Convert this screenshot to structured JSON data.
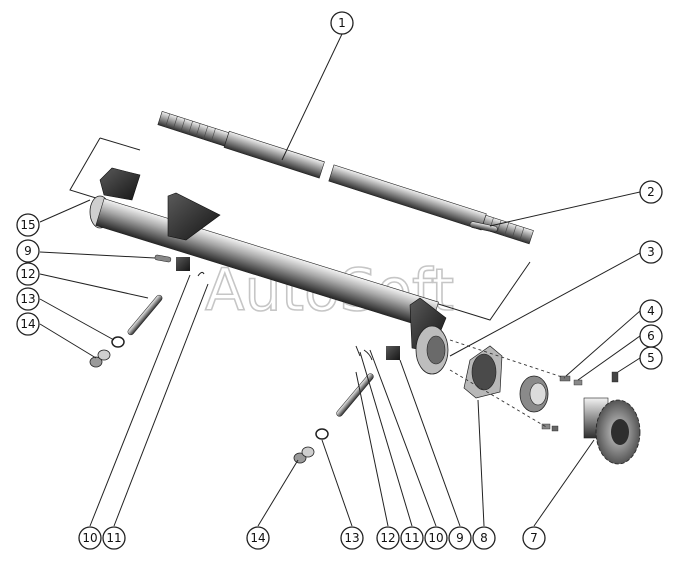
{
  "watermark": "AutoSoft",
  "callouts": [
    {
      "id": "c1",
      "label": "1"
    },
    {
      "id": "c2",
      "label": "2"
    },
    {
      "id": "c3",
      "label": "3"
    },
    {
      "id": "c4",
      "label": "4"
    },
    {
      "id": "c5",
      "label": "5"
    },
    {
      "id": "c6",
      "label": "6"
    },
    {
      "id": "c7",
      "label": "7"
    },
    {
      "id": "c8",
      "label": "8"
    },
    {
      "id": "c9",
      "label": "9"
    },
    {
      "id": "c10",
      "label": "10"
    },
    {
      "id": "c11",
      "label": "11"
    },
    {
      "id": "c12",
      "label": "12"
    },
    {
      "id": "c13",
      "label": "13"
    },
    {
      "id": "c14",
      "label": "14"
    },
    {
      "id": "c15",
      "label": "15"
    },
    {
      "id": "c9b",
      "label": "9"
    },
    {
      "id": "c10b",
      "label": "10"
    },
    {
      "id": "c11b",
      "label": "11"
    },
    {
      "id": "c12b",
      "label": "12"
    },
    {
      "id": "c13b",
      "label": "13"
    },
    {
      "id": "c14b",
      "label": "14"
    }
  ]
}
